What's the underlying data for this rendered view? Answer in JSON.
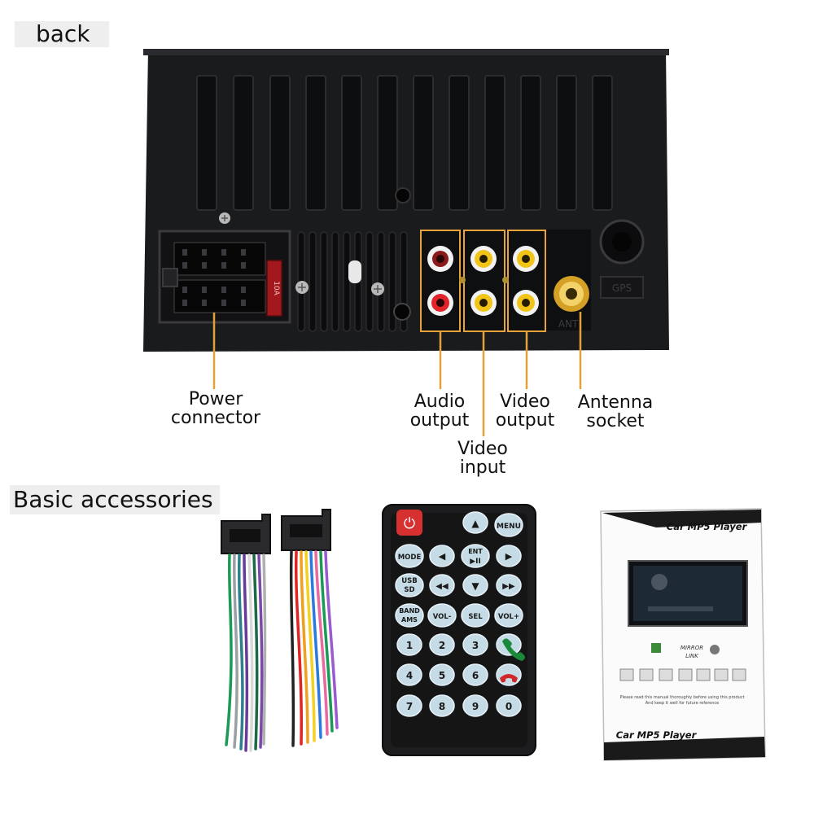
{
  "sections": {
    "back": "back",
    "accessories": "Basic accessories"
  },
  "callouts": {
    "power": [
      "Power",
      "connector"
    ],
    "audio_out": [
      "Audio",
      "output"
    ],
    "video_in": [
      "Video",
      "input"
    ],
    "video_out": [
      "Video",
      "output"
    ],
    "antenna": [
      "Antenna",
      "socket"
    ]
  },
  "panel_labels": {
    "gps": "GPS",
    "ant": "ANT",
    "fuse": "10A"
  },
  "remote": {
    "power": "⏻",
    "up": "▲",
    "menu": "MENU",
    "mode": "MODE",
    "left": "◀",
    "ent": "ENT",
    "play": "▶II",
    "right": "▶",
    "usb": "USB",
    "sd": "SD",
    "prev": "◀◀",
    "down": "▼",
    "next": "▶▶",
    "band": "BAND",
    "ams": "AMS",
    "vol_down": "VOL-",
    "sel": "SEL",
    "vol_up": "VOL+",
    "digits": [
      "1",
      "2",
      "3",
      "4",
      "5",
      "6",
      "7",
      "8",
      "9",
      "0"
    ]
  },
  "manual": {
    "title_top": "Car MP5 Player",
    "title_bottom": "Car MP5 Player",
    "mirror": "MIRROR",
    "link": "LINK",
    "note1": "Please read this manual thoroughly before using this product",
    "note2": "And keep it well for future reference"
  },
  "colors": {
    "callout_line": "#e3a238",
    "rca_yellow": "#f3c418",
    "rca_red": "#e0242a",
    "remote_button": "#c5dbe6",
    "panel": "#1a1b1d"
  }
}
